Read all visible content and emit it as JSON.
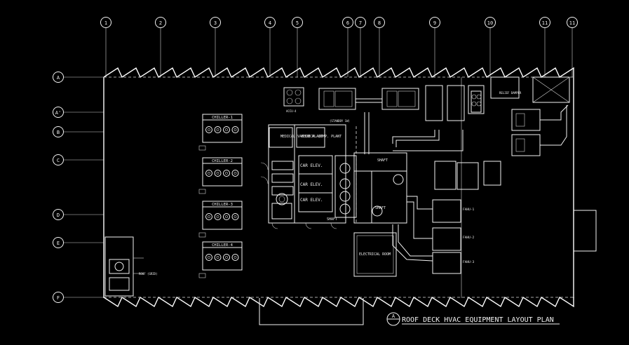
{
  "drawing": {
    "title": "ROOF DECK HVAC EQUIPMENT LAYOUT PLAN",
    "detail_tag": "A",
    "colors": {
      "background": "#000000",
      "linework": "#f2f2f2"
    }
  },
  "grid": {
    "columns": [
      "1",
      "2",
      "3",
      "4",
      "5",
      "6",
      "7",
      "8",
      "9",
      "10",
      "11",
      "11"
    ],
    "rows": [
      "A",
      "A'",
      "B",
      "C",
      "D",
      "E",
      "F"
    ]
  },
  "equipment": {
    "chillers": [
      "CHILLER-1",
      "CHILLER-2",
      "CHILLER-3",
      "CHILLER-4"
    ],
    "rooms": {
      "medical_vacuum": "MEDICAL VACUUM PLANT",
      "medical_comp": "MEDICAL COMP. PLANT",
      "car_elev_1": "CAR ELEV.",
      "car_elev_2": "CAR ELEV.",
      "car_elev_3": "CAR ELEV.",
      "shaft_1": "SHAFT",
      "shaft_2": "SHAFT",
      "shaft_3": "SHAFT",
      "electrical": "ELECTRICAL ROOM"
    },
    "fcu_labels": [
      "FAHU-1",
      "FAHU-2",
      "FAHU-3"
    ],
    "misc_labels": {
      "accu": "ACCU-4",
      "standby": "(STANDBY 1W)",
      "relief": "RELIEF DAMPER",
      "roof": "ROOF (GRID)"
    }
  }
}
